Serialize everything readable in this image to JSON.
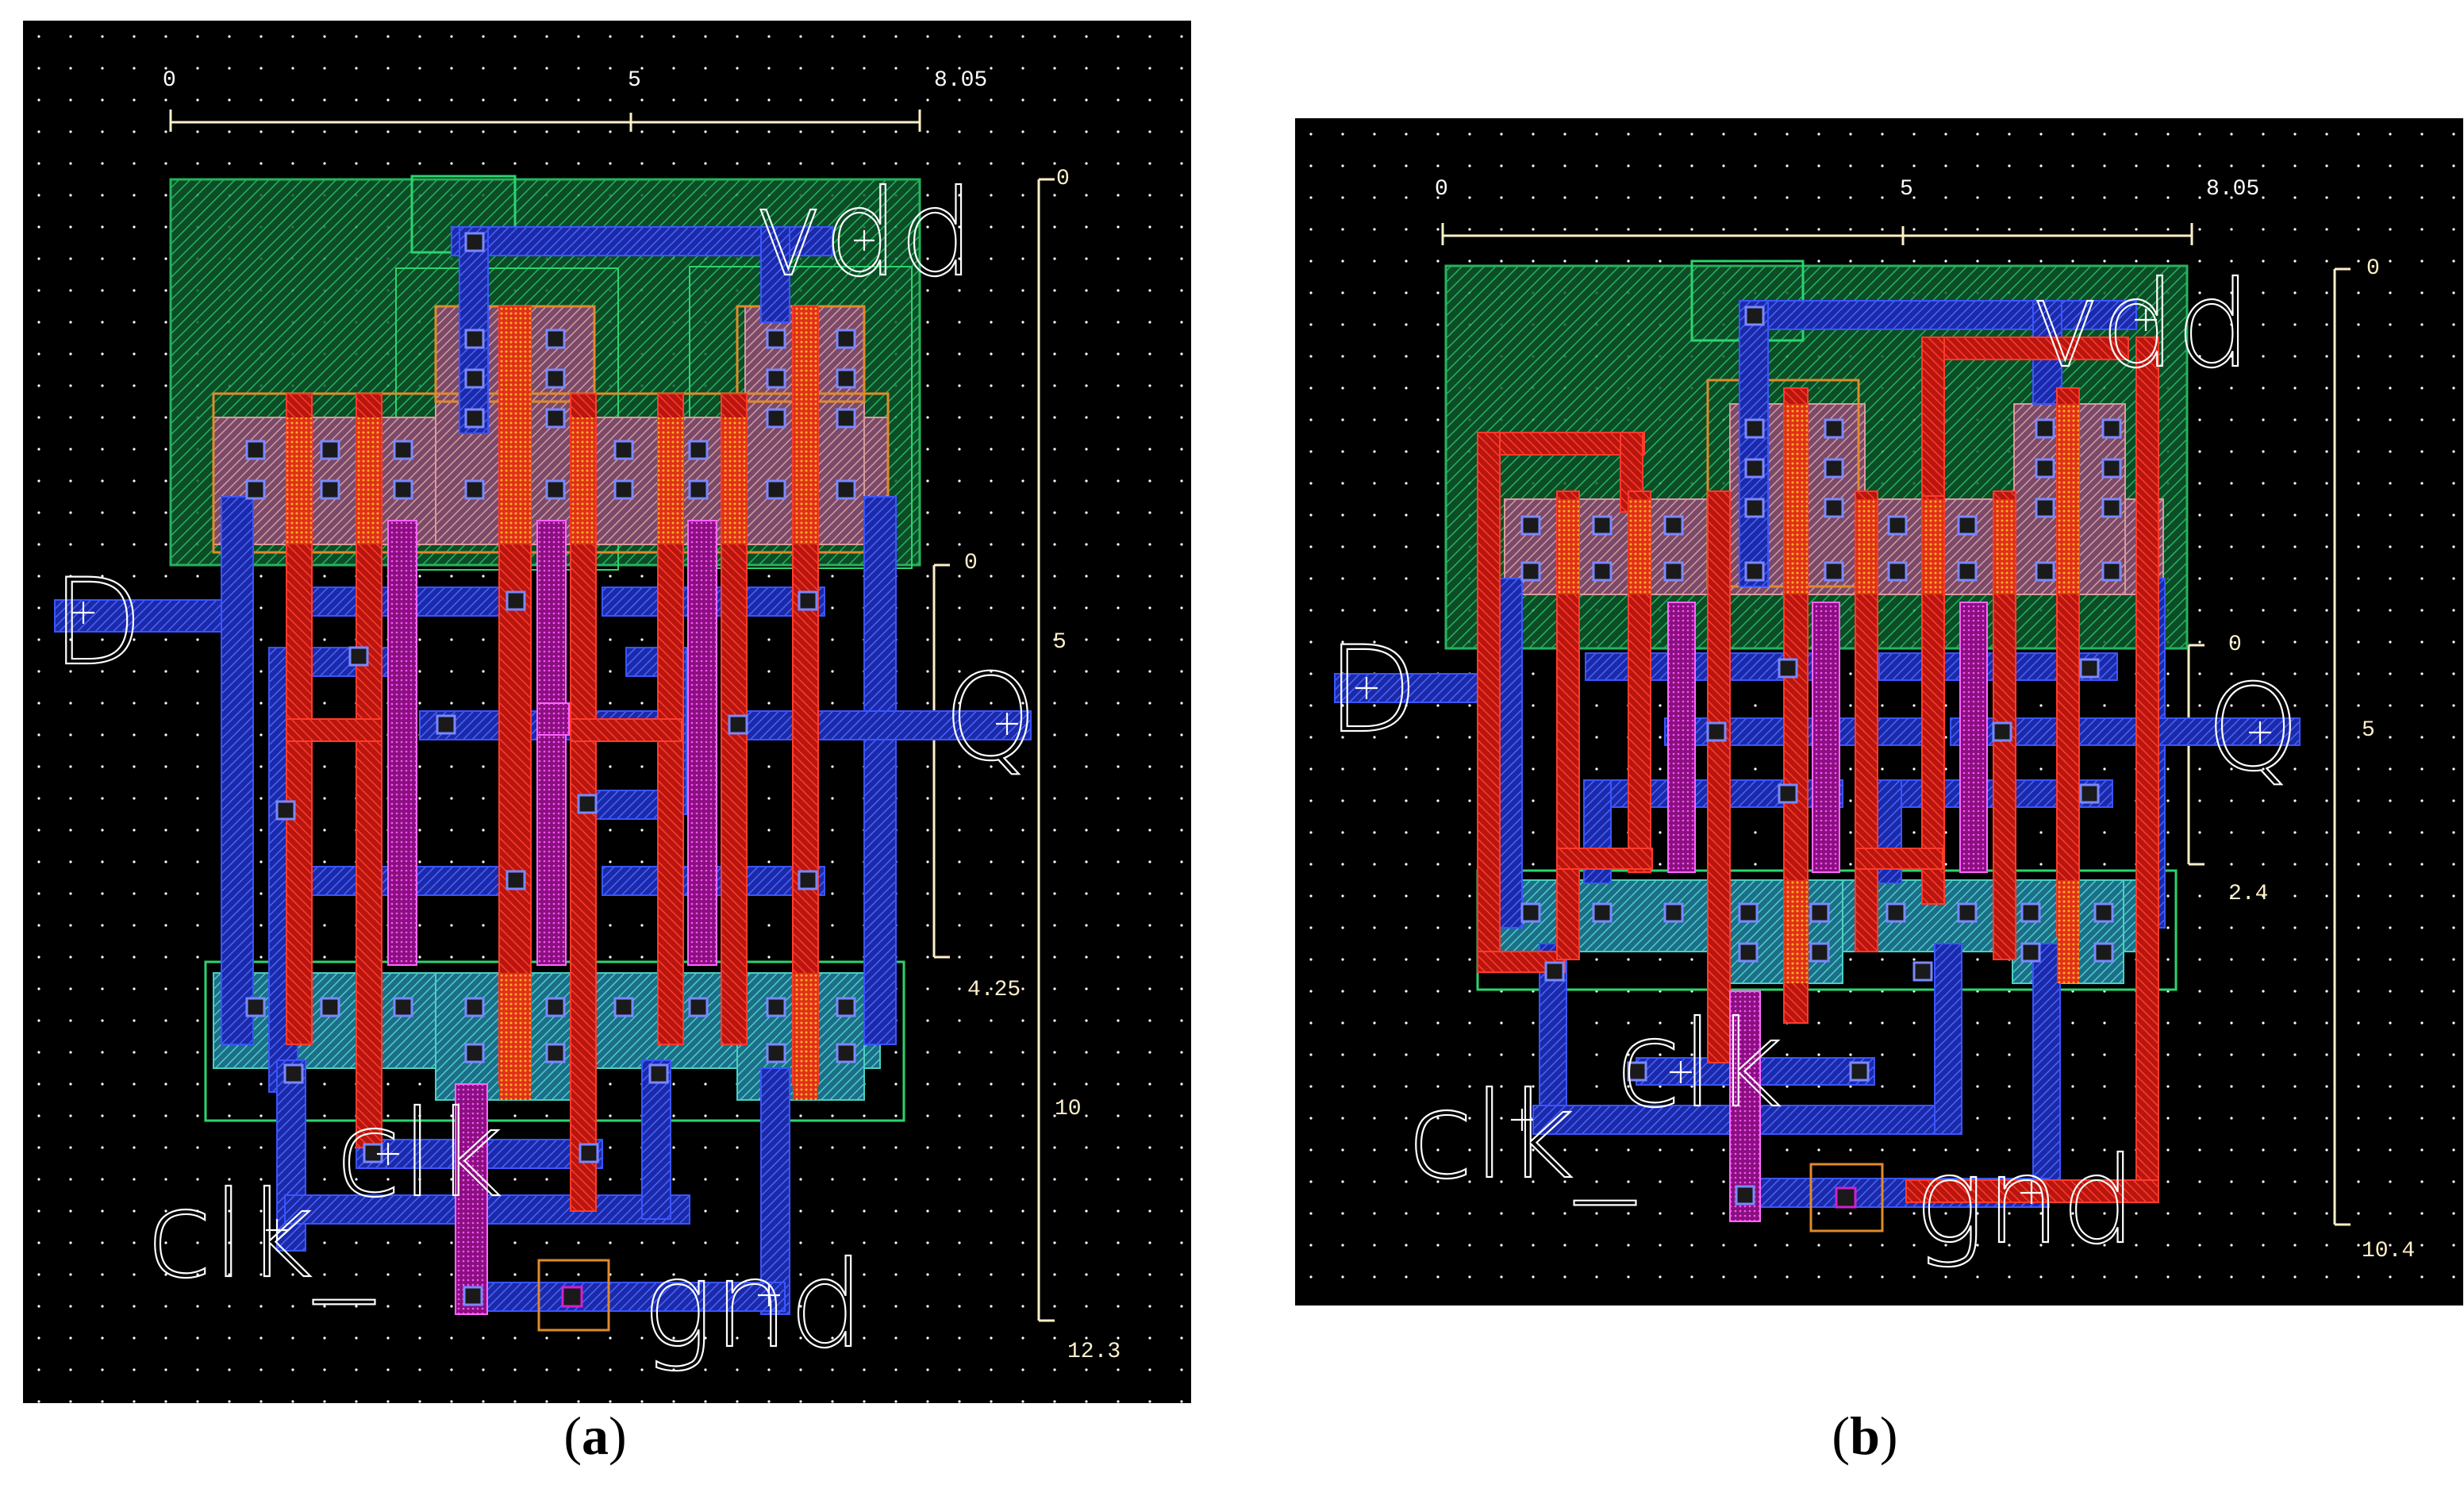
{
  "captions": {
    "a_label": "a",
    "b_label": "b"
  },
  "panel_a": {
    "ruler_x": [
      "0",
      "5",
      "8.05"
    ],
    "ruler_y_long": [
      "0",
      "5",
      "10",
      "12.3"
    ],
    "ruler_y_short": [
      "0",
      "4.25"
    ],
    "pins": {
      "vdd": "vdd",
      "gnd": "gnd",
      "d": "D",
      "q": "Q",
      "clk": "clk",
      "clk_bar": "clk_"
    }
  },
  "panel_b": {
    "ruler_x": [
      "0",
      "5",
      "8.05"
    ],
    "ruler_y_long": [
      "0",
      "5",
      "10.4"
    ],
    "ruler_y_short": [
      "0",
      "2.4"
    ],
    "pins": {
      "vdd": "vdd",
      "gnd": "gnd",
      "d": "D",
      "q": "Q",
      "clk": "clk",
      "clk_bar": "clk_"
    }
  },
  "layer_colors": {
    "nwell": "#1fae5a",
    "poly": "#e0241b",
    "metal1": "#2a3fe6",
    "contact": "#111111",
    "via": "#d020d0",
    "pdiff": "#c07a7a",
    "ndiff": "#3aa6a0",
    "grid": "#ffffff",
    "ruler": "#fff0c8"
  }
}
